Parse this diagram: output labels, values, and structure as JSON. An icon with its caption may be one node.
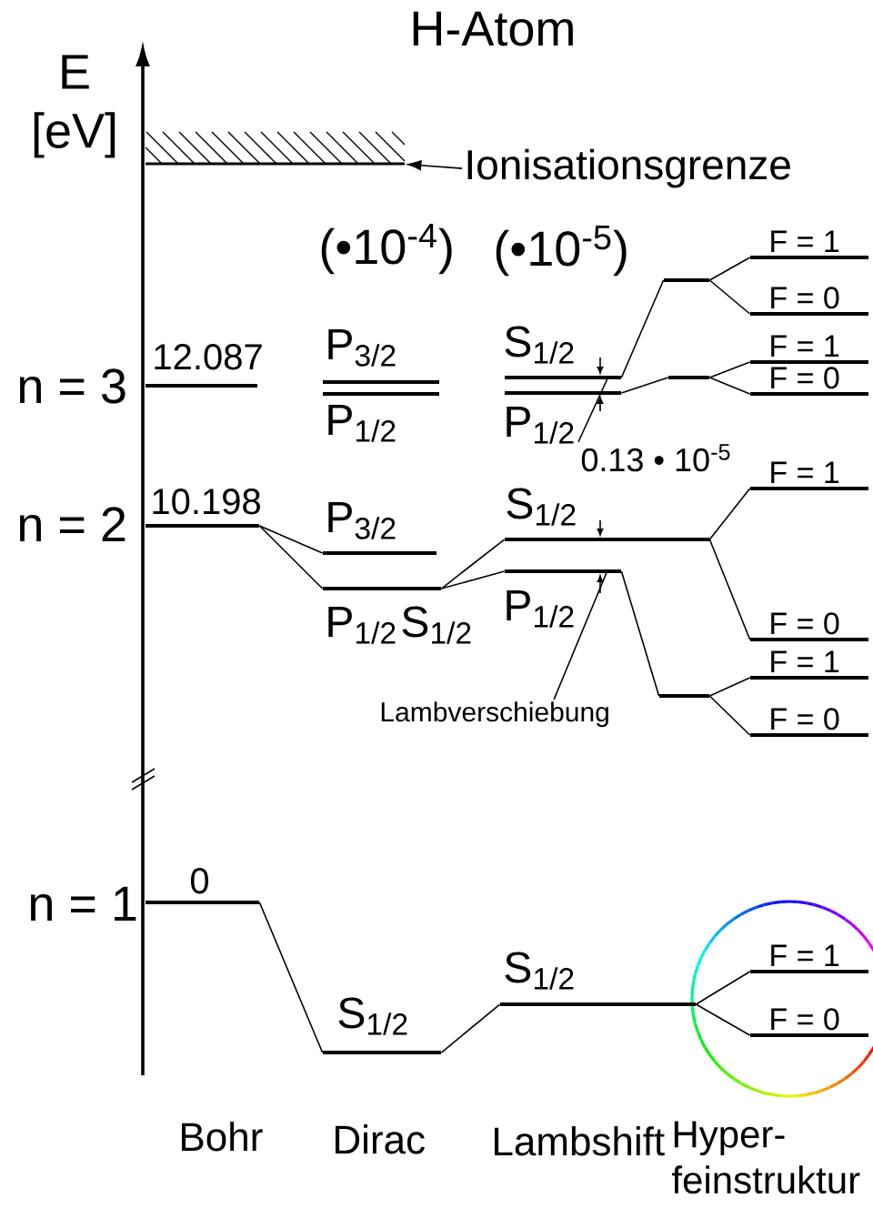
{
  "diagram": {
    "title": "H-Atom",
    "nodes": [
      {
        "text": [],
        "shape": "box"
      },
      {
        "text": [
          "Ionisationsgrenze"
        ]
      },
      {
        "text": [],
        "shape": "bar",
        "beside": [
          "12.087"
        ]
      },
      {
        "text": [],
        "shape": "bar",
        "beside": [
          "10.198"
        ]
      },
      {
        "text": [],
        "shape": "bar",
        "beside": [
          "0"
        ]
      },
      {
        "text": [],
        "shape": "bar",
        "beside": [
          "P$_{3/2}$"
        ]
      },
      {
        "text": [],
        "shape": "bar",
        "beside": [
          "P$_{1/2}$"
        ]
      },
      {
        "text": [],
        "shape": "bar",
        "beside": [
          "P$_{3/2}$"
        ]
      },
      {
        "text": [],
        "shape": "bar",
        "beside": [
          "P$_{1/2}$",
          "S$_{1/2}$"
        ]
      },
      {
        "text": [],
        "shape": "bar",
        "beside": [
          "S$_{1/2}$"
        ]
      },
      {
        "text": [],
        "shape": "bar",
        "beside": [
          "S$_{1/2}$"
        ]
      },
      {
        "text": [],
        "shape": "bar",
        "beside": [
          "P$_{1/2}$"
        ]
      },
      {
        "text": [],
        "shape": "bar",
        "beside": [
          "S$_{1/2}$"
        ]
      },
      {
        "text": [],
        "shape": "bar",
        "beside": [
          "P$_{1/2}$"
        ]
      },
      {
        "text": [],
        "shape": "bar",
        "beside": [
          "S$_{1/2}$"
        ]
      },
      {
        "text": [],
        "shape": "bar"
      },
      {
        "text": [],
        "shape": "bar"
      },
      {
        "text": [],
        "shape": "bar"
      },
      {
        "text": [],
        "shape": "bar",
        "beside": [
          "F = 1"
        ]
      },
      {
        "text": [],
        "shape": "bar",
        "beside": [
          "F = 0"
        ]
      },
      {
        "text": [],
        "shape": "bar",
        "beside": [
          "F = 1"
        ]
      },
      {
        "text": [],
        "shape": "bar",
        "beside": [
          "F = 0"
        ]
      },
      {
        "text": [],
        "shape": "bar",
        "beside": [
          "F = 1"
        ]
      },
      {
        "text": [],
        "shape": "bar",
        "beside": [
          "F = 0"
        ]
      },
      {
        "text": [],
        "shape": "bar",
        "beside": [
          "F = 1"
        ]
      },
      {
        "text": [],
        "shape": "bar",
        "beside": [
          "F = 0"
        ]
      },
      {
        "text": [],
        "shape": "bar",
        "beside": [
          "F = 1"
        ]
      },
      {
        "text": [],
        "shape": "bar",
        "beside": [
          "F = 0"
        ]
      },
      {
        "text": [
          "0.13 • 10$^{-5}$"
        ]
      },
      {
        "text": [
          "Lambverschiebung"
        ]
      }
    ],
    "edges": [
      {
        "from": 1,
        "to": 0,
        "arrow": "to"
      },
      {
        "from": 3,
        "to": 7,
        "arrow": "none"
      },
      {
        "from": 3,
        "to": 8,
        "arrow": "none"
      },
      {
        "from": 4,
        "to": 9,
        "arrow": "none"
      },
      {
        "from": 8,
        "to": 12,
        "arrow": "none"
      },
      {
        "from": 8,
        "to": 13,
        "arrow": "none"
      },
      {
        "from": 9,
        "to": 14,
        "arrow": "none"
      },
      {
        "from": 10,
        "to": 15,
        "arrow": "none"
      },
      {
        "from": 11,
        "to": 16,
        "arrow": "none"
      },
      {
        "from": 13,
        "to": 17,
        "arrow": "none"
      },
      {
        "from": 15,
        "to": 18,
        "arrow": "none"
      },
      {
        "from": 15,
        "to": 19,
        "arrow": "none"
      },
      {
        "from": 16,
        "to": 20,
        "arrow": "none"
      },
      {
        "from": 16,
        "to": 21,
        "arrow": "none"
      },
      {
        "from": 12,
        "to": 22,
        "arrow": "none"
      },
      {
        "from": 12,
        "to": 23,
        "arrow": "none"
      },
      {
        "from": 17,
        "to": 24,
        "arrow": "none"
      },
      {
        "from": 17,
        "to": 25,
        "arrow": "none"
      },
      {
        "from": 14,
        "to": 26,
        "arrow": "none"
      },
      {
        "from": 14,
        "to": 27,
        "arrow": "none"
      },
      {
        "from": 28,
        "to": 10,
        "arrow": "none"
      },
      {
        "from": 29,
        "to": 13,
        "arrow": "none"
      }
    ],
    "labels": [
      "E [eV]",
      "(•10$^{-4}$)",
      "(•10$^{-5}$)",
      "n = 3",
      "n = 2",
      "n = 1",
      "Bohr",
      "Dirac",
      "Lambshift",
      "Hyper- feinstruktur"
    ]
  }
}
